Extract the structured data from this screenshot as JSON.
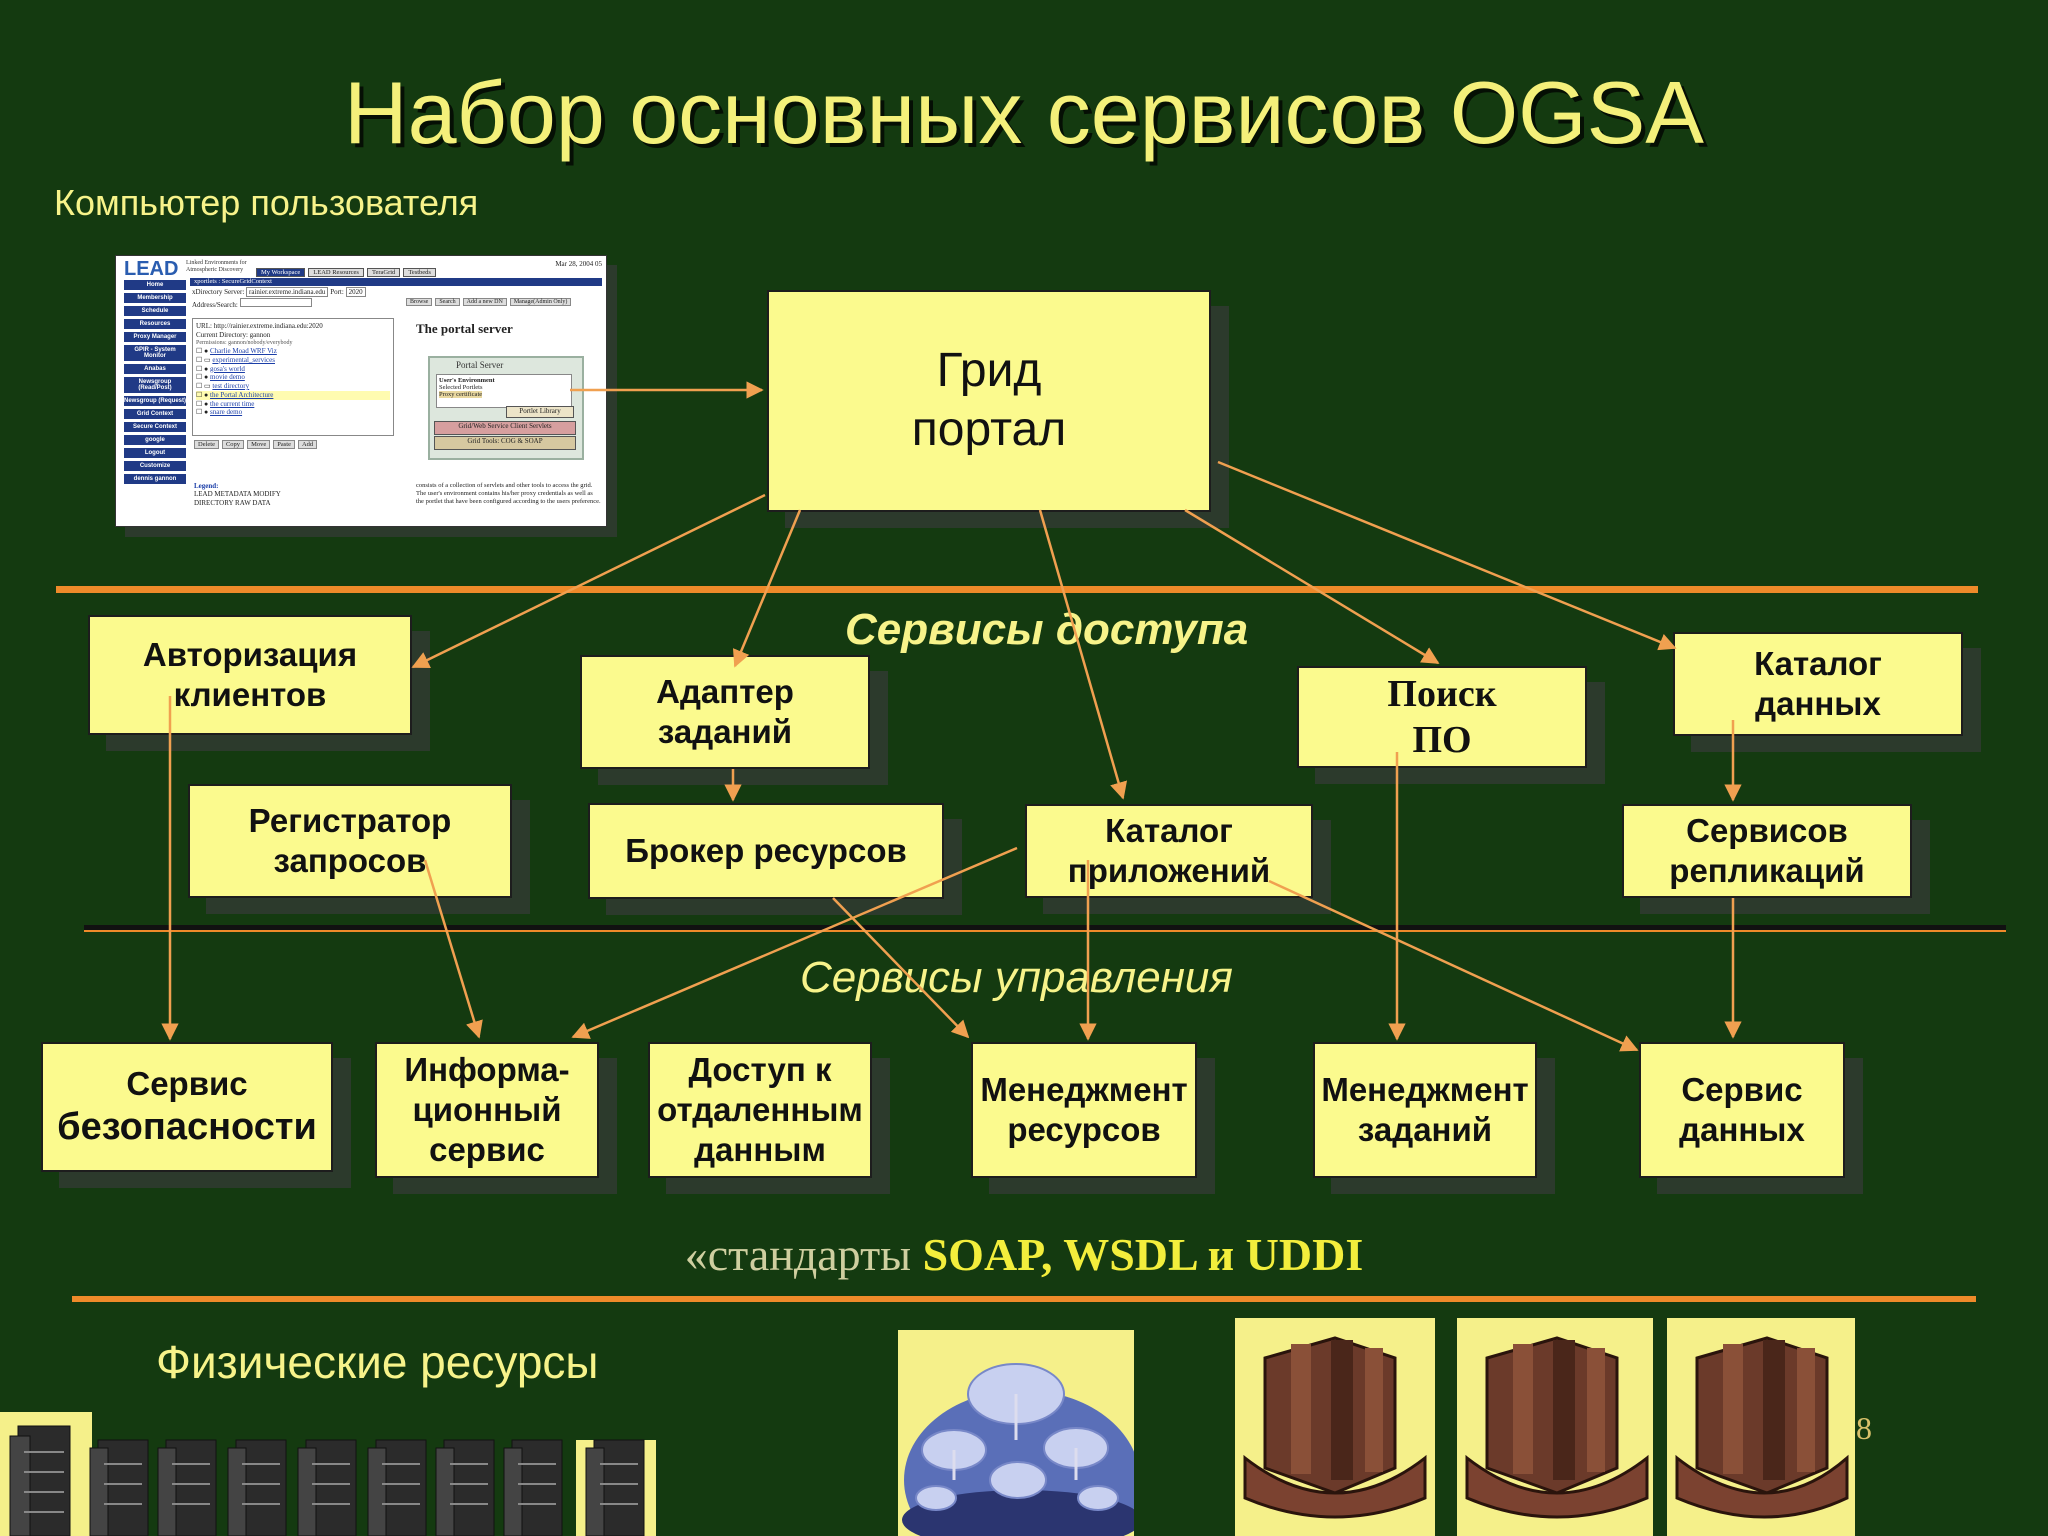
{
  "title": "Набор основных сервисов  OGSA",
  "user_computer_label": "Компьютер пользователя",
  "portal": {
    "line1": "Грид",
    "line2": "портал"
  },
  "access_services_label": "Сервисы доступа",
  "management_services_label": "Сервисы управления",
  "physical_resources_label": "Физические ресурсы",
  "access_boxes": {
    "auth": "Авторизация\nклиентов",
    "adapter": "Адаптер\nзаданий",
    "search": "Поиск\nПО",
    "catalog_data": "Каталог\nданных",
    "registrar": "Регистратор\nзапросов",
    "broker": "Брокер ресурсов",
    "catalog_apps": "Каталог\nприложений",
    "replication": "Сервисов\nрепликаций"
  },
  "mgmt_boxes": {
    "security": "Сервис\nбезопасности",
    "info": "Информа-\nционный\nсервис",
    "remote": "Доступ к\nотдаленным\nданным",
    "res_mgmt": "Менеджмент\nресурсов",
    "job_mgmt": "Менеджмент\nзаданий",
    "data_service": "Сервис\nданных"
  },
  "standards": {
    "prefix": "«стандарты ",
    "protocols": " SOAP, WSDL  и UDDI"
  },
  "page_number": "8",
  "browser": {
    "logo": "LEAD",
    "logo_sub": "Linked Environments for Atmospheric Discovery",
    "date": "Mar 28, 2004 05",
    "tabs": [
      "My Workspace",
      "LEAD Resources",
      "TeraGrid",
      "Testbeds"
    ],
    "nav": [
      "Home",
      "Membership",
      "Schedule",
      "Resources",
      "Proxy Manager",
      "GPIR - System Monitor",
      "Anabas",
      "Newsgroup (Read/Post)",
      "Newsgroup (Request)",
      "Grid Context",
      "Secure Context",
      "google",
      "Logout",
      "Customize",
      "dennis gannon"
    ],
    "header_band": "xportlets : SecureGridContext",
    "directory_server_label": "xDirectory Server:",
    "directory_server_value": "rainier.extreme.indiana.edu",
    "port_label": "Port:",
    "port_value": "2020",
    "address_label": "Address/Search:",
    "buttons": [
      "Browse",
      "Search",
      "Add a new DN",
      "Manage(Admin Only)"
    ],
    "url_line": "URL: http://rainier.extreme.indiana.edu:2020",
    "current_dir": "Current Directory: gannon",
    "permissions": "Permissions: gannon/nobody/everybody",
    "items": [
      "Charlie Moad WRF Viz",
      "experimental_services",
      "gosa's world",
      "movie demo",
      "test directory",
      "the Portal Architecture",
      "the current time",
      "snare demo"
    ],
    "actions": [
      "Delete",
      "Copy",
      "Move",
      "Paste",
      "Add"
    ],
    "legend_title": "Legend:",
    "legend_line1": "LEAD  METADATA  MODIFY",
    "legend_line2": "DIRECTORY  RAW DATA",
    "portal_server_title": "The portal server",
    "portal_server_label": "Portal Server",
    "user_env": "User's Environment",
    "selected_portlets": "Selected Portlets",
    "proxy_cert": "Proxy certificate",
    "portlet_library": "Portlet Library",
    "grid_ws": "Grid/Web Service Client Servlets",
    "grid_tools": "Grid Tools: COG & SOAP",
    "description": "consists of a collection of servlets and other tools to access the grid. The user's environment contains his/her proxy credentials as well as the portlet that have been configured according to the users preference."
  },
  "colors": {
    "background": "#143a10",
    "title": "#f4f07a",
    "box_fill": "#fbfa8e",
    "divider": "#ee8a2a",
    "arrow": "#f0a050"
  }
}
